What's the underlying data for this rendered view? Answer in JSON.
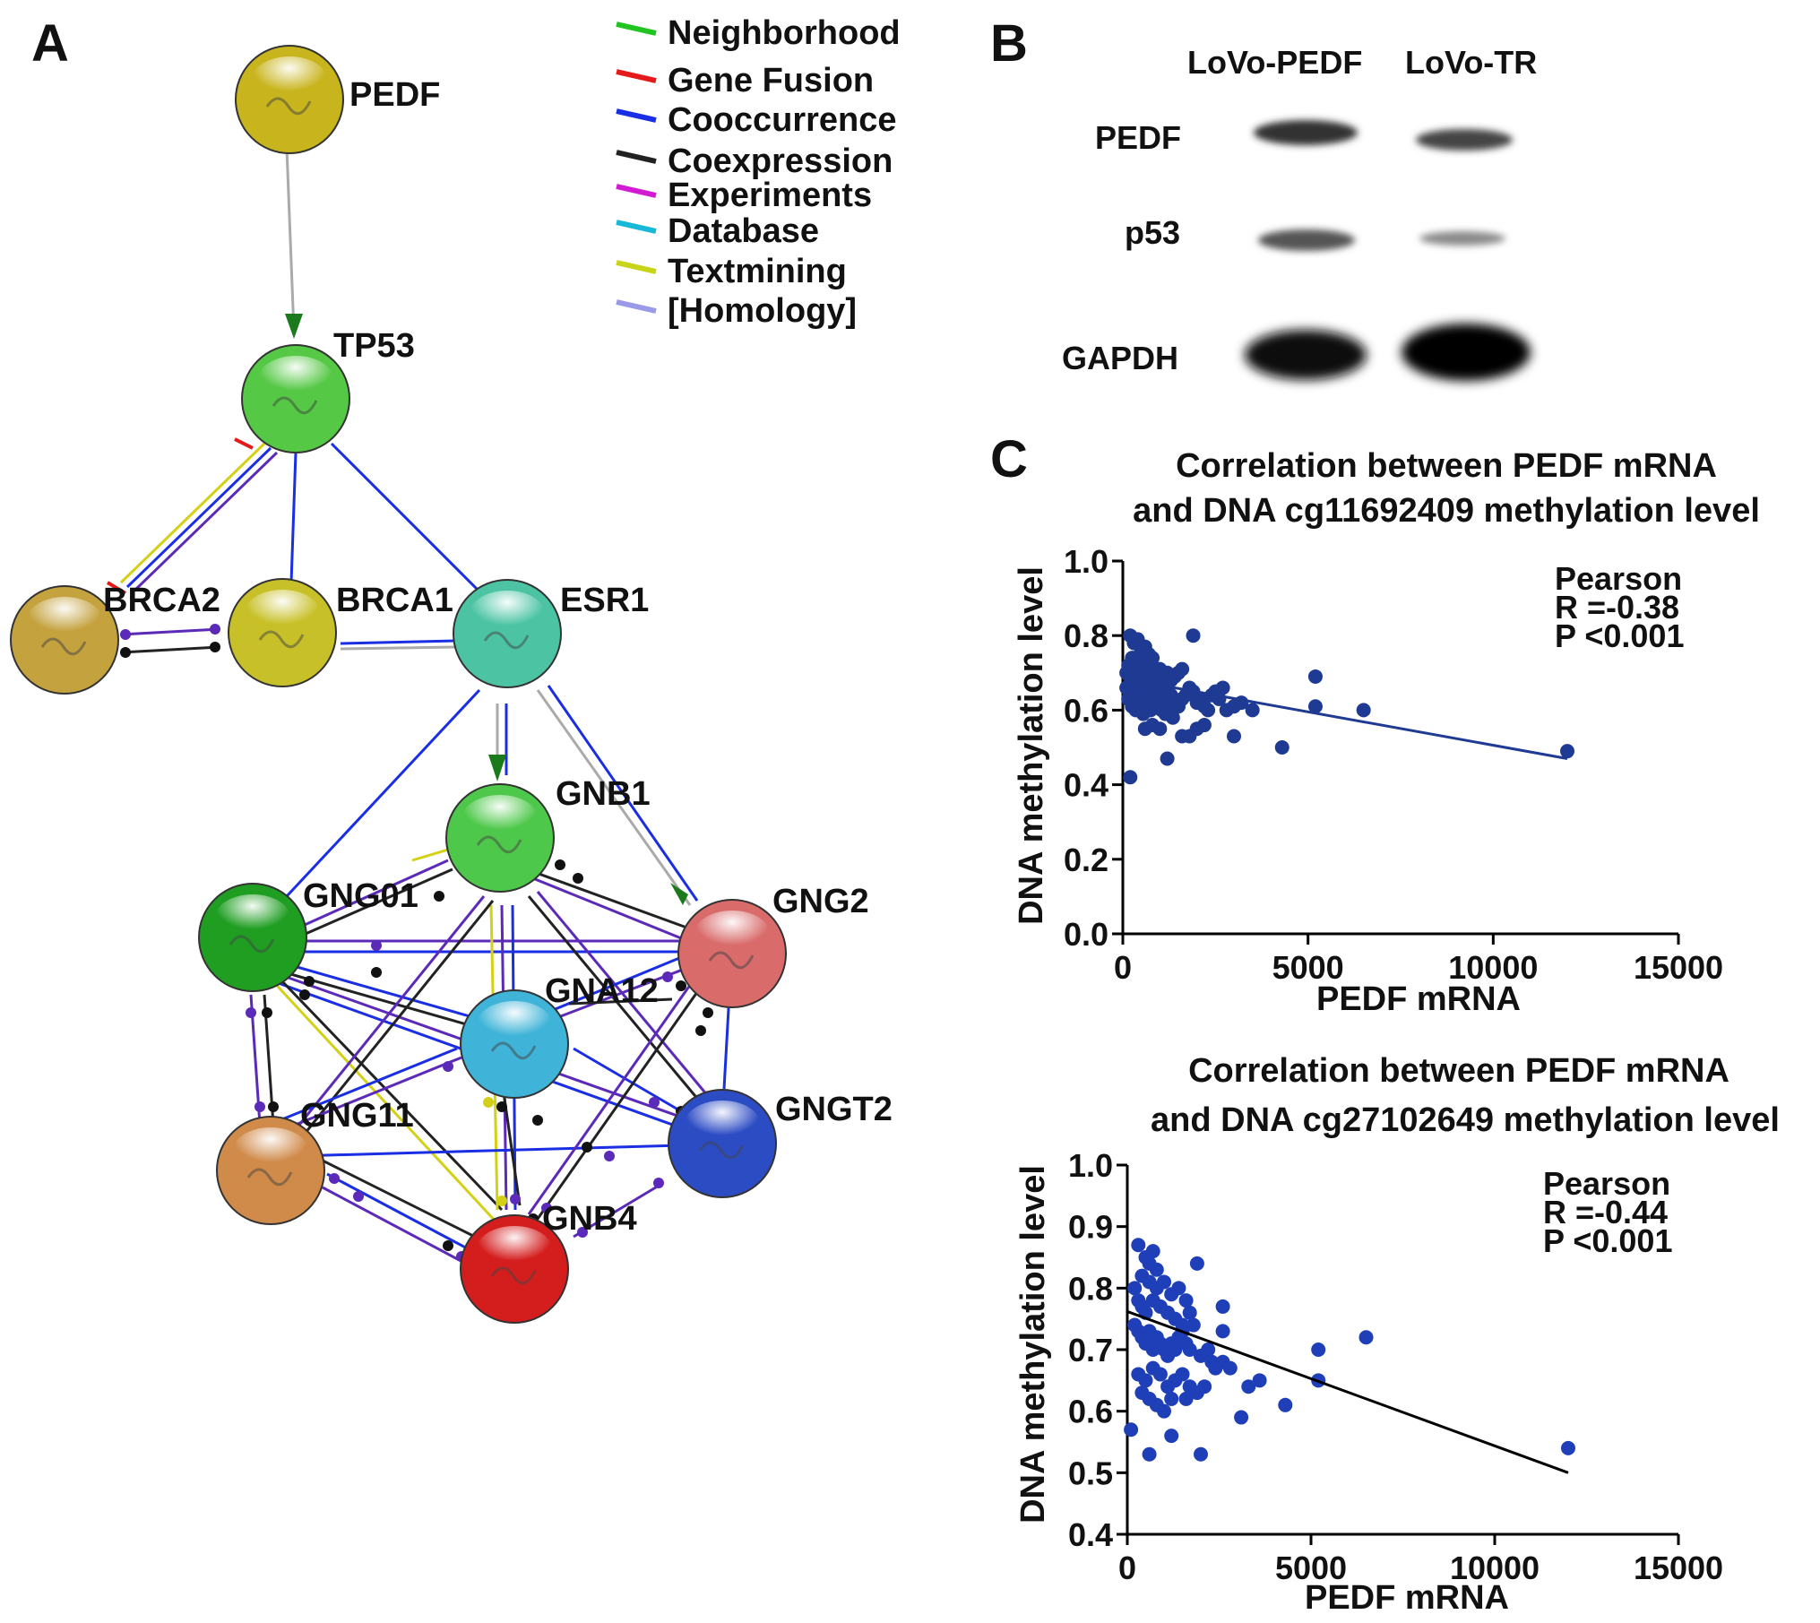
{
  "panel_labels": {
    "a": "A",
    "b": "B",
    "c": "C"
  },
  "network": {
    "nodes": [
      {
        "id": "PEDF",
        "label": "PEDF",
        "color": "#c8b41c"
      },
      {
        "id": "TP53",
        "label": "TP53",
        "color": "#55c845"
      },
      {
        "id": "BRCA2",
        "label": "BRCA2",
        "color": "#c4a23e"
      },
      {
        "id": "BRCA1",
        "label": "BRCA1",
        "color": "#c8c028"
      },
      {
        "id": "ESR1",
        "label": "ESR1",
        "color": "#4cc4a4"
      },
      {
        "id": "GNB1",
        "label": "GNB1",
        "color": "#4ec84a"
      },
      {
        "id": "GNG01",
        "label": "GNG01",
        "color": "#1f9e22"
      },
      {
        "id": "GNG2",
        "label": "GNG2",
        "color": "#d96b6b"
      },
      {
        "id": "GNA12",
        "label": "GNA12",
        "color": "#3fb4d8"
      },
      {
        "id": "GNG11",
        "label": "GNG11",
        "color": "#d08a4a"
      },
      {
        "id": "GNGT2",
        "label": "GNGT2",
        "color": "#2c4cc4"
      },
      {
        "id": "GNB4",
        "label": "GNB4",
        "color": "#d41e1e"
      }
    ],
    "legend": [
      {
        "label": "Neighborhood",
        "color": "#22c422"
      },
      {
        "label": "Gene Fusion",
        "color": "#e41a1a"
      },
      {
        "label": "Cooccurrence",
        "color": "#1a2ee4"
      },
      {
        "label": "Coexpression",
        "color": "#222222"
      },
      {
        "label": "Experiments",
        "color": "#d21ad2"
      },
      {
        "label": "Database",
        "color": "#18b8d8"
      },
      {
        "label": "Textmining",
        "color": "#c8d418"
      },
      {
        "label": "[Homology]",
        "color": "#9a9ae8"
      }
    ]
  },
  "western_blot": {
    "columns": [
      "LoVo-PEDF",
      "LoVo-TR"
    ],
    "rows": [
      "PEDF",
      "p53",
      "GAPDH"
    ]
  },
  "chart_data": [
    {
      "type": "scatter",
      "title": "Correlation between PEDF mRNA",
      "subtitle": "and DNA cg11692409 methylation level",
      "xlabel": "PEDF mRNA",
      "ylabel": "DNA methylation level",
      "xlim": [
        0,
        15000
      ],
      "ylim": [
        0.0,
        1.0
      ],
      "xticks": [
        "0",
        "5000",
        "10000",
        "15000"
      ],
      "yticks": [
        "0.0",
        "0.2",
        "0.4",
        "0.6",
        "0.8",
        "1.0"
      ],
      "stats": [
        "Pearson",
        "R =-0.38",
        "P <0.001"
      ],
      "point_color": "#1f3a93",
      "line_color": "#1f3a93",
      "fit_line": {
        "x": [
          0,
          12000
        ],
        "y": [
          0.685,
          0.47
        ]
      },
      "points": [
        [
          200,
          0.8
        ],
        [
          300,
          0.78
        ],
        [
          400,
          0.79
        ],
        [
          500,
          0.76
        ],
        [
          600,
          0.77
        ],
        [
          700,
          0.75
        ],
        [
          800,
          0.74
        ],
        [
          300,
          0.72
        ],
        [
          400,
          0.7
        ],
        [
          500,
          0.71
        ],
        [
          600,
          0.69
        ],
        [
          700,
          0.7
        ],
        [
          800,
          0.68
        ],
        [
          900,
          0.67
        ],
        [
          1000,
          0.68
        ],
        [
          100,
          0.66
        ],
        [
          200,
          0.67
        ],
        [
          300,
          0.68
        ],
        [
          400,
          0.65
        ],
        [
          500,
          0.64
        ],
        [
          600,
          0.66
        ],
        [
          700,
          0.63
        ],
        [
          800,
          0.62
        ],
        [
          900,
          0.64
        ],
        [
          1000,
          0.65
        ],
        [
          1100,
          0.66
        ],
        [
          1200,
          0.63
        ],
        [
          1300,
          0.64
        ],
        [
          1400,
          0.62
        ],
        [
          1500,
          0.61
        ],
        [
          1600,
          0.63
        ],
        [
          1700,
          0.64
        ],
        [
          1800,
          0.66
        ],
        [
          1900,
          0.65
        ],
        [
          2000,
          0.62
        ],
        [
          2100,
          0.63
        ],
        [
          2200,
          0.61
        ],
        [
          2300,
          0.6
        ],
        [
          2400,
          0.64
        ],
        [
          2500,
          0.65
        ],
        [
          2600,
          0.63
        ],
        [
          2700,
          0.66
        ],
        [
          2800,
          0.6
        ],
        [
          3000,
          0.61
        ],
        [
          3200,
          0.62
        ],
        [
          3500,
          0.6
        ],
        [
          150,
          0.63
        ],
        [
          250,
          0.61
        ],
        [
          350,
          0.6
        ],
        [
          450,
          0.62
        ],
        [
          550,
          0.59
        ],
        [
          650,
          0.61
        ],
        [
          750,
          0.6
        ],
        [
          850,
          0.63
        ],
        [
          950,
          0.62
        ],
        [
          1050,
          0.6
        ],
        [
          1150,
          0.59
        ],
        [
          1250,
          0.61
        ],
        [
          1350,
          0.58
        ],
        [
          100,
          0.7
        ],
        [
          150,
          0.72
        ],
        [
          250,
          0.74
        ],
        [
          350,
          0.73
        ],
        [
          450,
          0.72
        ],
        [
          550,
          0.73
        ],
        [
          650,
          0.71
        ],
        [
          750,
          0.72
        ],
        [
          850,
          0.7
        ],
        [
          1000,
          0.71
        ],
        [
          1100,
          0.69
        ],
        [
          1200,
          0.7
        ],
        [
          1300,
          0.68
        ],
        [
          1400,
          0.69
        ],
        [
          1500,
          0.7
        ],
        [
          1600,
          0.71
        ],
        [
          1900,
          0.8
        ],
        [
          600,
          0.55
        ],
        [
          800,
          0.56
        ],
        [
          1000,
          0.55
        ],
        [
          1200,
          0.47
        ],
        [
          1600,
          0.53
        ],
        [
          1800,
          0.53
        ],
        [
          2000,
          0.55
        ],
        [
          2200,
          0.56
        ],
        [
          3000,
          0.53
        ],
        [
          4300,
          0.5
        ],
        [
          5200,
          0.69
        ],
        [
          5200,
          0.61
        ],
        [
          6500,
          0.6
        ],
        [
          12000,
          0.49
        ],
        [
          200,
          0.42
        ]
      ]
    },
    {
      "type": "scatter",
      "title": "Correlation between PEDF mRNA",
      "subtitle": "and DNA cg27102649 methylation level",
      "xlabel": "PEDF mRNA",
      "ylabel": "DNA methylation level",
      "xlim": [
        0,
        15000
      ],
      "ylim": [
        0.4,
        1.0
      ],
      "xticks": [
        "0",
        "5000",
        "10000",
        "15000"
      ],
      "yticks": [
        "0.4",
        "0.5",
        "0.6",
        "0.7",
        "0.8",
        "0.9",
        "1.0"
      ],
      "stats": [
        "Pearson",
        "R =-0.44",
        "P <0.001"
      ],
      "point_color": "#1f3fb8",
      "line_color": "#000000",
      "fit_line": {
        "x": [
          0,
          12000
        ],
        "y": [
          0.762,
          0.5
        ]
      },
      "points": [
        [
          300,
          0.87
        ],
        [
          500,
          0.85
        ],
        [
          600,
          0.84
        ],
        [
          700,
          0.86
        ],
        [
          800,
          0.83
        ],
        [
          400,
          0.82
        ],
        [
          600,
          0.81
        ],
        [
          800,
          0.8
        ],
        [
          1000,
          0.81
        ],
        [
          1200,
          0.79
        ],
        [
          1400,
          0.8
        ],
        [
          1600,
          0.78
        ],
        [
          1900,
          0.84
        ],
        [
          200,
          0.8
        ],
        [
          300,
          0.78
        ],
        [
          400,
          0.77
        ],
        [
          500,
          0.76
        ],
        [
          700,
          0.78
        ],
        [
          900,
          0.77
        ],
        [
          1100,
          0.76
        ],
        [
          1300,
          0.75
        ],
        [
          1500,
          0.74
        ],
        [
          1700,
          0.76
        ],
        [
          2600,
          0.77
        ],
        [
          200,
          0.74
        ],
        [
          300,
          0.73
        ],
        [
          400,
          0.72
        ],
        [
          500,
          0.71
        ],
        [
          600,
          0.73
        ],
        [
          700,
          0.7
        ],
        [
          800,
          0.72
        ],
        [
          900,
          0.71
        ],
        [
          1000,
          0.7
        ],
        [
          1100,
          0.69
        ],
        [
          1200,
          0.71
        ],
        [
          1300,
          0.7
        ],
        [
          1400,
          0.72
        ],
        [
          1500,
          0.73
        ],
        [
          1600,
          0.71
        ],
        [
          1700,
          0.7
        ],
        [
          1800,
          0.74
        ],
        [
          2000,
          0.69
        ],
        [
          2200,
          0.7
        ],
        [
          2300,
          0.68
        ],
        [
          2400,
          0.67
        ],
        [
          2600,
          0.68
        ],
        [
          2800,
          0.67
        ],
        [
          300,
          0.66
        ],
        [
          500,
          0.65
        ],
        [
          700,
          0.67
        ],
        [
          900,
          0.66
        ],
        [
          1100,
          0.64
        ],
        [
          1300,
          0.65
        ],
        [
          1500,
          0.66
        ],
        [
          1700,
          0.64
        ],
        [
          1900,
          0.63
        ],
        [
          2100,
          0.64
        ],
        [
          400,
          0.63
        ],
        [
          600,
          0.62
        ],
        [
          800,
          0.61
        ],
        [
          1000,
          0.6
        ],
        [
          1200,
          0.62
        ],
        [
          1600,
          0.62
        ],
        [
          2400,
          0.67
        ],
        [
          2600,
          0.73
        ],
        [
          3300,
          0.64
        ],
        [
          3600,
          0.65
        ],
        [
          4300,
          0.61
        ],
        [
          3100,
          0.59
        ],
        [
          100,
          0.57
        ],
        [
          600,
          0.53
        ],
        [
          1200,
          0.56
        ],
        [
          2000,
          0.53
        ],
        [
          5200,
          0.7
        ],
        [
          5200,
          0.65
        ],
        [
          6500,
          0.72
        ],
        [
          12000,
          0.54
        ]
      ]
    }
  ]
}
